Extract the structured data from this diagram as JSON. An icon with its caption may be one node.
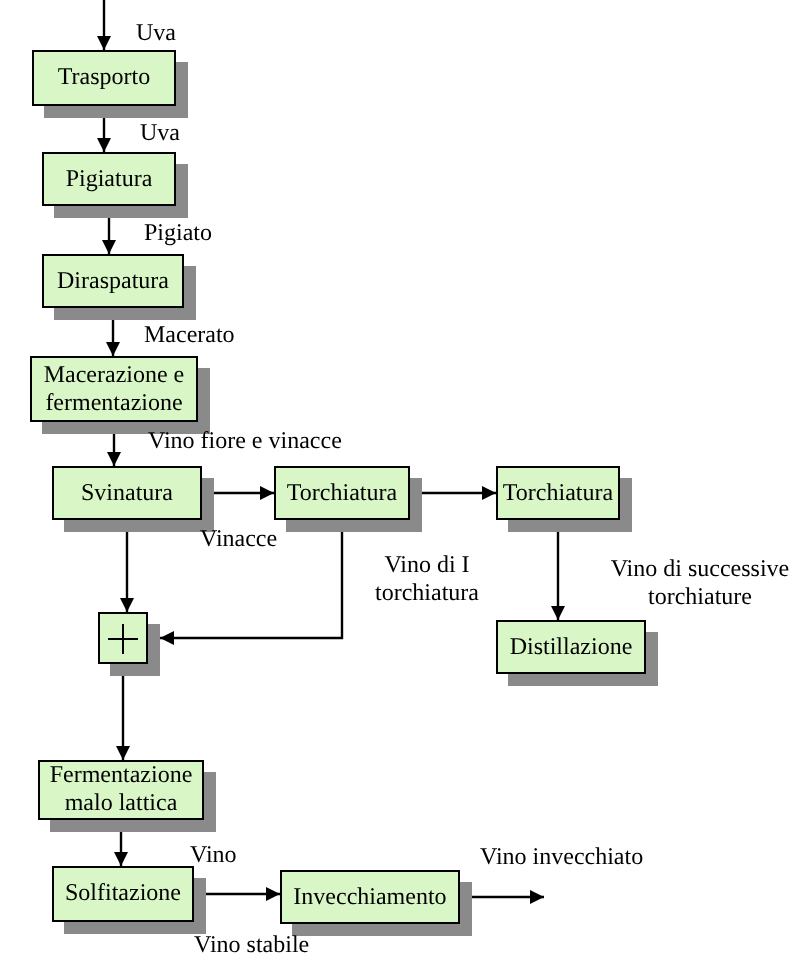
{
  "diagram": {
    "nodes": [
      {
        "text": [
          "Trasporto"
        ]
      },
      {
        "text": [
          "Pigiatura"
        ]
      },
      {
        "text": [
          "Diraspatura"
        ]
      },
      {
        "text": [
          "Macerazione e fermentazione"
        ]
      },
      {
        "text": [
          "Svinatura"
        ]
      },
      {
        "text": [
          "Torchiatura"
        ]
      },
      {
        "text": [
          "Torchiatura"
        ]
      },
      {
        "text": [],
        "shape": "box"
      },
      {
        "text": [
          "Distillazione"
        ]
      },
      {
        "text": [
          "Fermentazione malo lattica"
        ]
      },
      {
        "text": [
          "Solfitazione"
        ]
      },
      {
        "text": [
          "Invecchiamento"
        ]
      }
    ],
    "edges": [
      {
        "from": null,
        "to": 0,
        "arrow": "to",
        "label": "Uva"
      },
      {
        "from": 0,
        "to": 1,
        "arrow": "to",
        "label": "Uva"
      },
      {
        "from": 1,
        "to": 2,
        "arrow": "to",
        "label": "Pigiato"
      },
      {
        "from": 2,
        "to": 3,
        "arrow": "to",
        "label": "Macerato"
      },
      {
        "from": 3,
        "to": 4,
        "arrow": "to",
        "label": "Vino fiore e vinacce"
      },
      {
        "from": 4,
        "to": 5,
        "arrow": "to",
        "label": "Vinacce"
      },
      {
        "from": 5,
        "to": 6,
        "arrow": "to"
      },
      {
        "from": 5,
        "to": 7,
        "arrow": "to",
        "label": "Vino di I torchiatura"
      },
      {
        "from": 6,
        "to": 8,
        "arrow": "to",
        "label": "Vino di successive torchiature"
      },
      {
        "from": 4,
        "to": 7,
        "arrow": "to"
      },
      {
        "from": 7,
        "to": 9,
        "arrow": "to"
      },
      {
        "from": 9,
        "to": 10,
        "arrow": "to",
        "label": "Vino"
      },
      {
        "from": 10,
        "to": 11,
        "arrow": "to",
        "label": "Vino stabile"
      },
      {
        "from": 11,
        "to": null,
        "arrow": "to",
        "label": "Vino invecchiato"
      }
    ]
  }
}
